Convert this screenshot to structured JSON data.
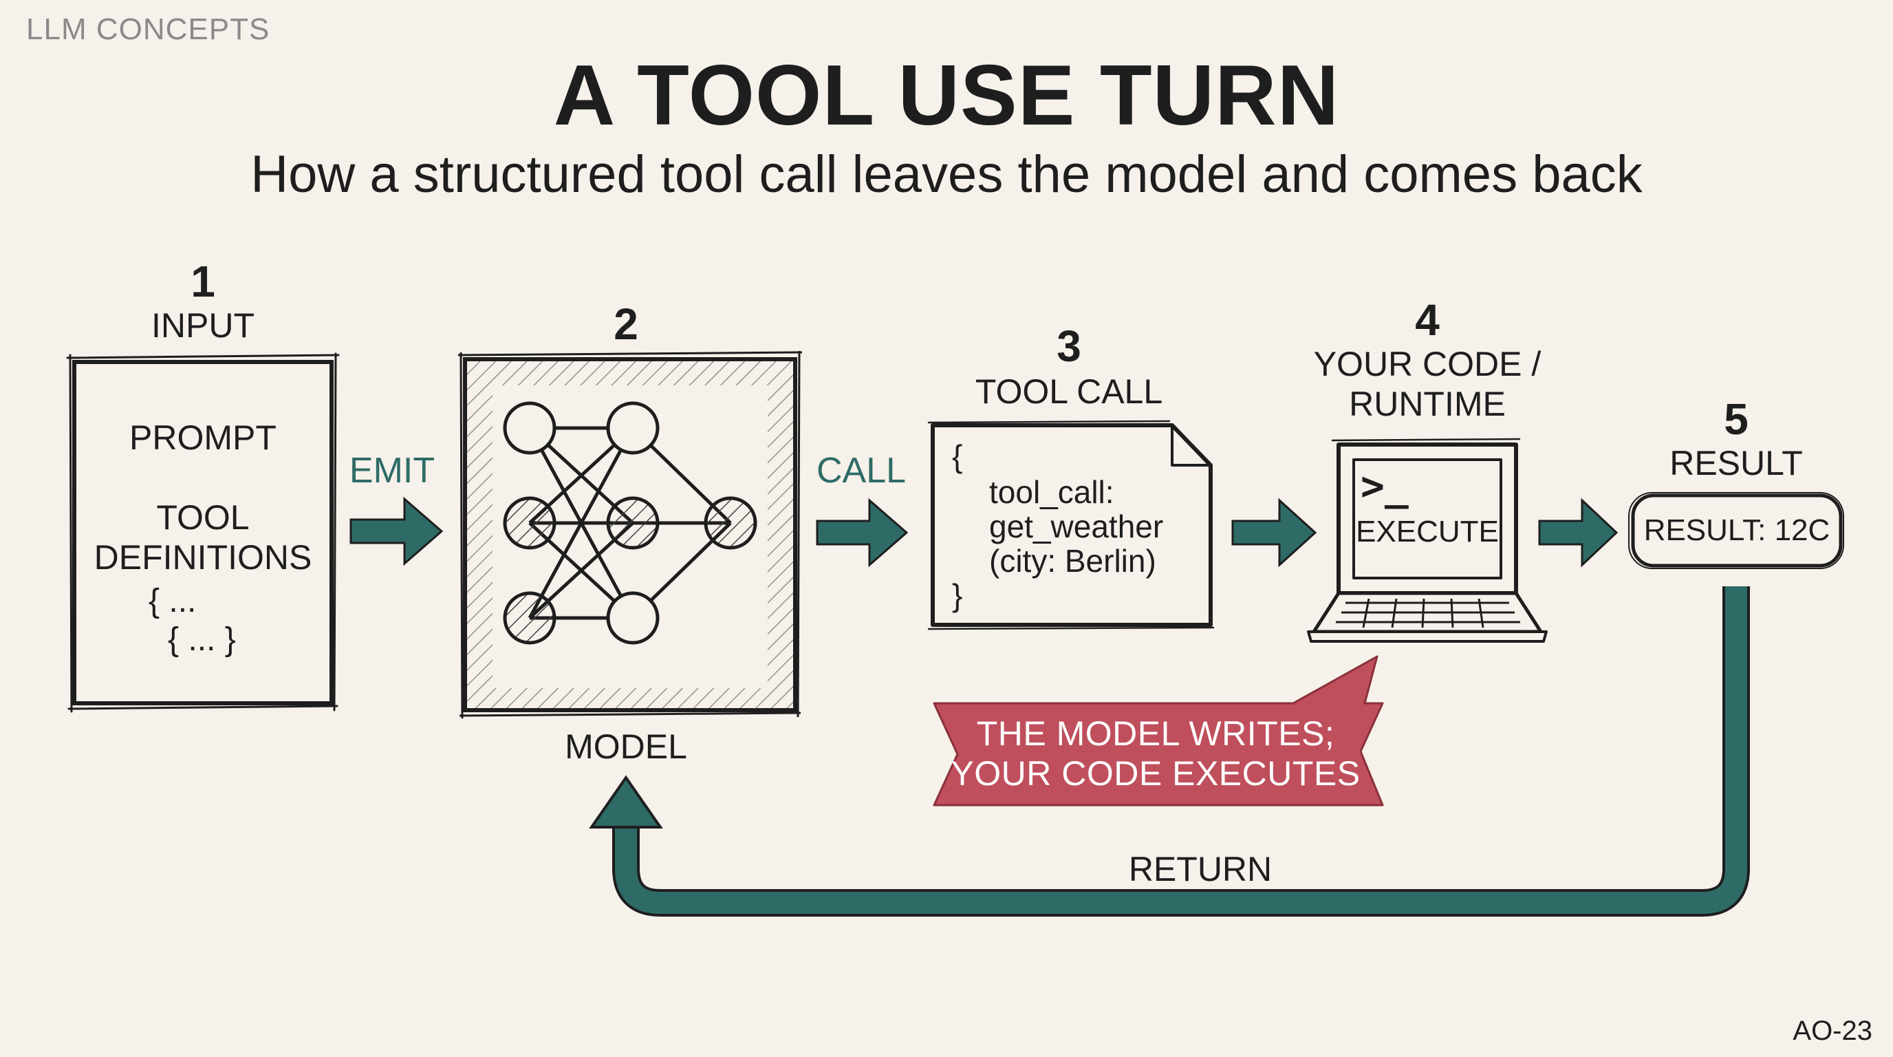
{
  "header": {
    "kicker": "LLM CONCEPTS",
    "title": "A TOOL USE TURN",
    "subtitle": "How a structured tool call leaves the model and comes back"
  },
  "steps": {
    "input": {
      "number": "1",
      "label": "INPUT",
      "prompt": "PROMPT",
      "tools_line1": "TOOL",
      "tools_line2": "DEFINITIONS",
      "brace_line1": "{ ...",
      "brace_line2": "{ ... }"
    },
    "model": {
      "number": "2",
      "label": "MODEL"
    },
    "tool_call": {
      "number": "3",
      "label": "TOOL CALL",
      "open_brace": "{",
      "line1": "tool_call:",
      "line2": "get_weather",
      "line3": "(city: Berlin)",
      "close_brace": "}"
    },
    "runtime": {
      "number": "4",
      "label_line1": "YOUR CODE /",
      "label_line2": "RUNTIME",
      "prompt_glyph": ">_",
      "screen_text": "EXECUTE"
    },
    "result": {
      "number": "5",
      "label": "RESULT",
      "value": "RESULT: 12C"
    }
  },
  "flows": {
    "emit": "EMIT",
    "call": "CALL",
    "return": "RETURN"
  },
  "banner": {
    "line1": "THE MODEL WRITES;",
    "line2": "YOUR CODE EXECUTES"
  },
  "footer": {
    "id": "AO-23"
  },
  "colors": {
    "background": "#f6f1ea",
    "teal": "#2e6b66",
    "banner_red": "#bf4f5c",
    "ink": "#1e1e1e"
  },
  "icons": [
    "neural-network-icon",
    "document-icon",
    "laptop-icon",
    "terminal-prompt-icon"
  ]
}
